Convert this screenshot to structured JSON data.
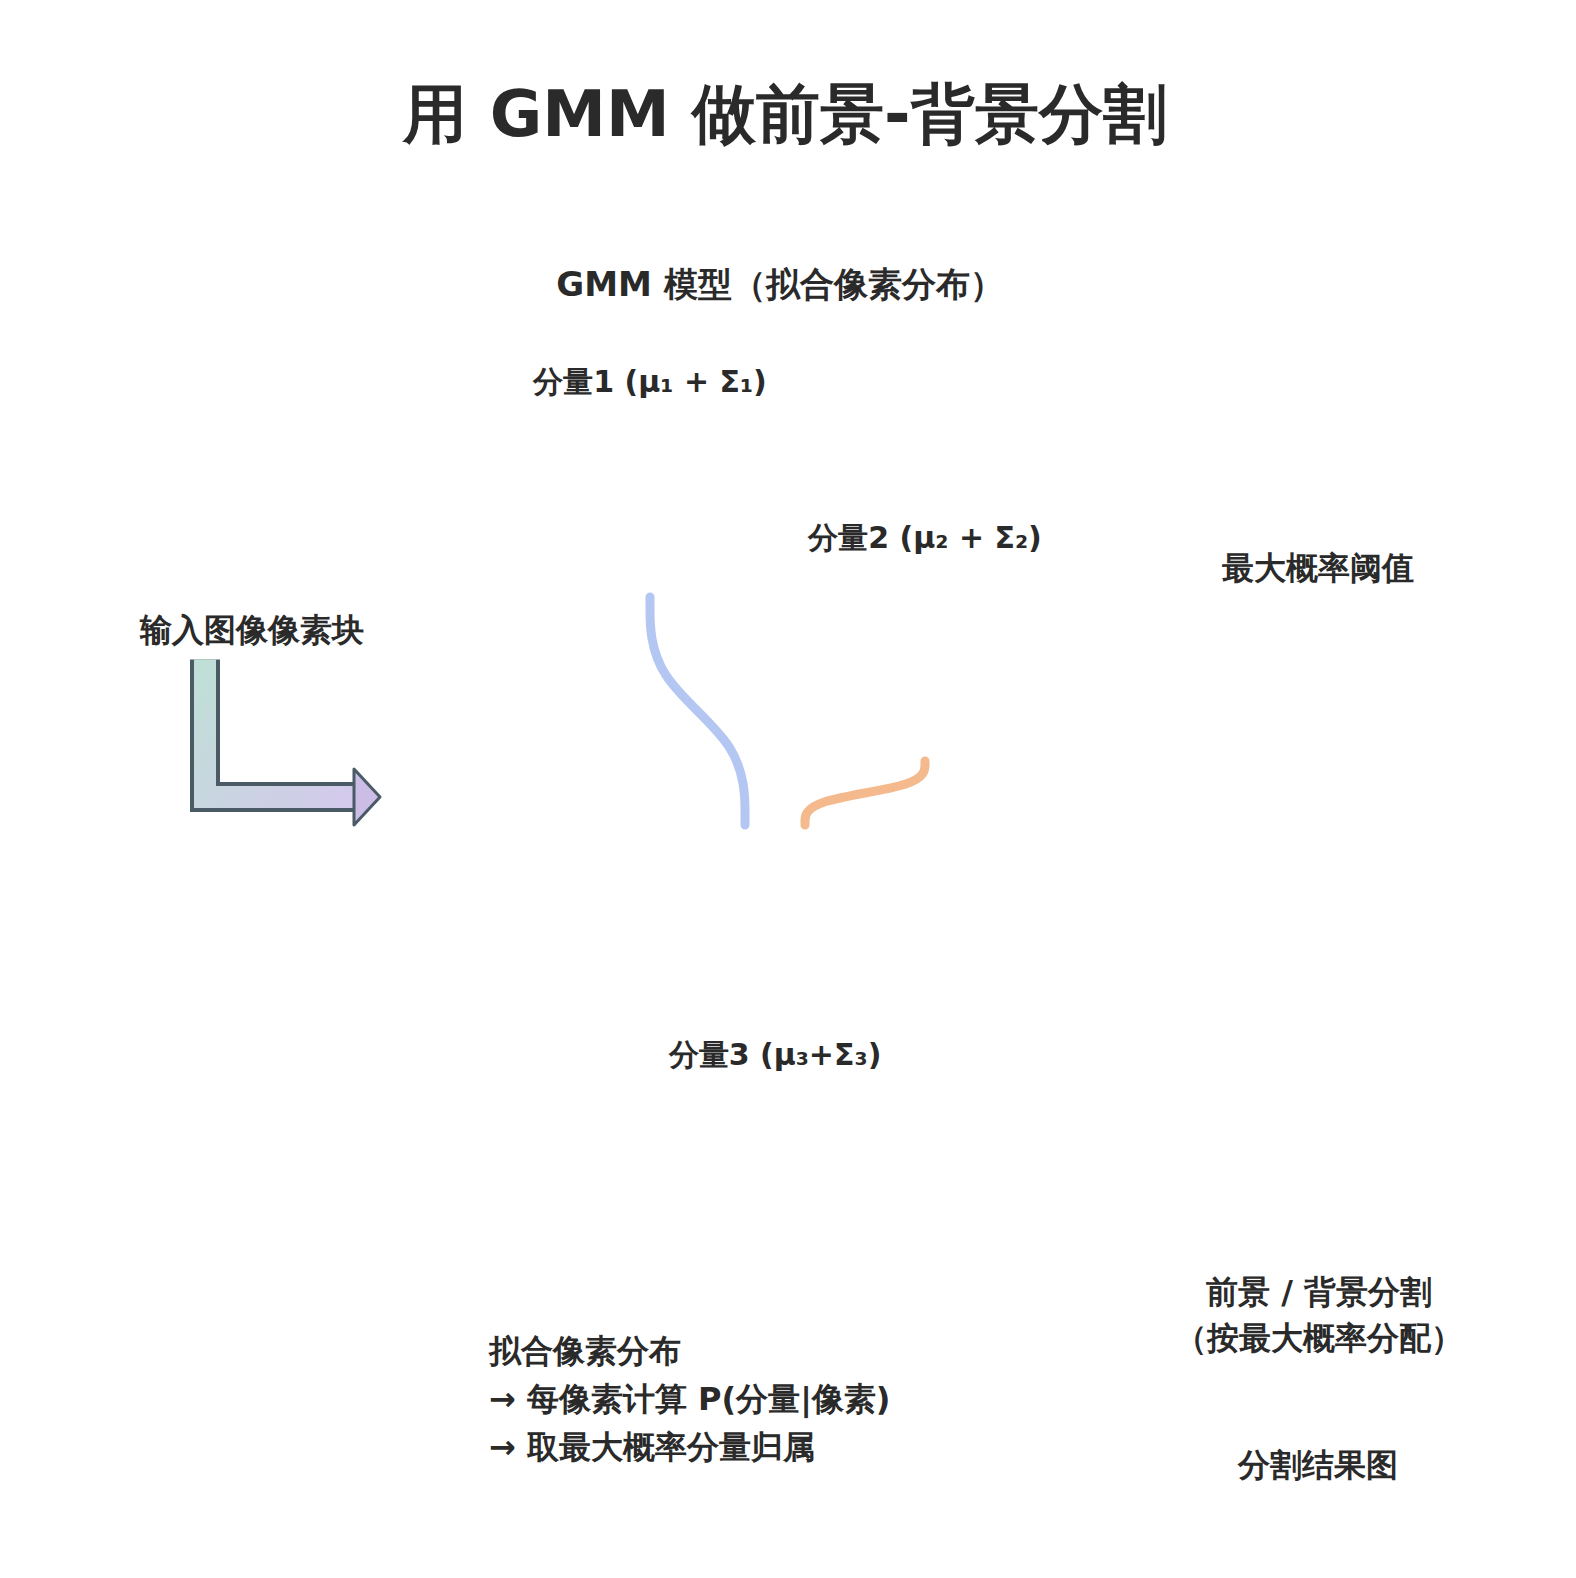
{
  "diagram": {
    "title": "用 GMM 做前景-背景分割",
    "nodes": [
      {
        "text": [
          "输入图像像素块"
        ]
      },
      {
        "text": [
          "GMM 模型（拟合像素分布）"
        ]
      },
      {
        "text": [
          "分量1 (μ₁ + Σ₁)"
        ],
        "in": 1
      },
      {
        "text": [
          "分量2 (μ₂ + Σ₂)"
        ],
        "in": 1
      },
      {
        "text": [
          "分量3 (μ₃+Σ₃)"
        ],
        "in": 1
      },
      {
        "text": [
          "前景 / 背景分割 （按最大概率分配）"
        ]
      },
      {
        "text": [
          "拟合像素分布",
          "→ 每像素计算 P(分量|像素)",
          "→ 取最大概率分量归属"
        ]
      }
    ],
    "edges": [
      {
        "from": 0,
        "to": 1,
        "arrow": "to"
      },
      {
        "from": 2,
        "to": 4,
        "arrow": "none"
      },
      {
        "from": 3,
        "to": 4,
        "arrow": "none"
      }
    ],
    "labels": [
      "最大概率阈值",
      "分割结果图"
    ]
  }
}
